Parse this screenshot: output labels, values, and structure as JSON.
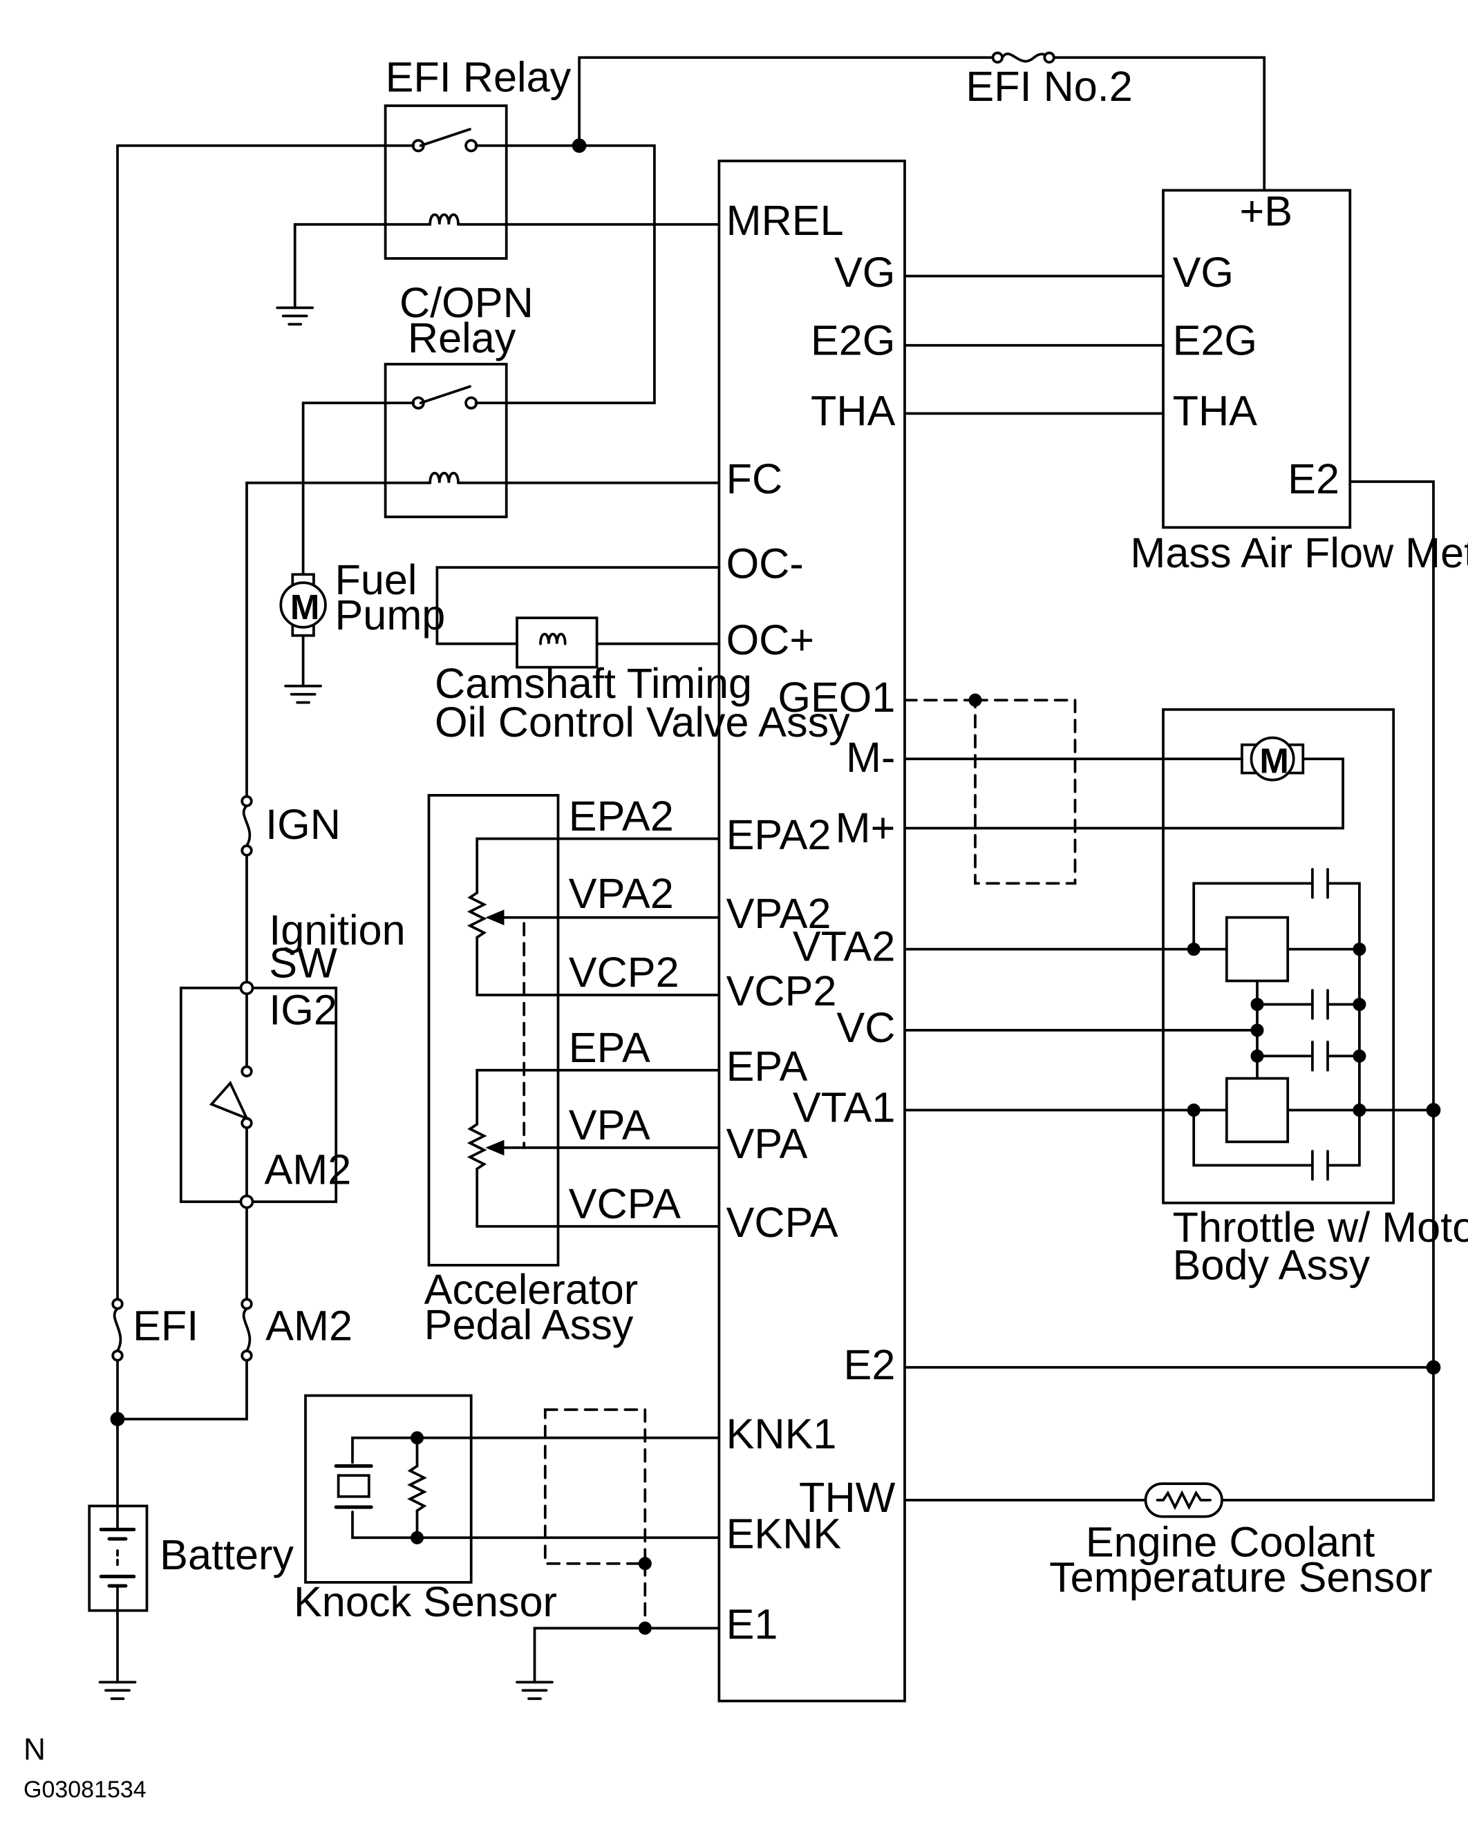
{
  "labels": {
    "efi_relay": "EFI Relay",
    "efi_no2": "EFI No.2",
    "copn_relay_line1": "C/OPN",
    "copn_relay_line2": "Relay",
    "fuel_pump_line1": "Fuel",
    "fuel_pump_line2": "Pump",
    "camshaft_line1": "Camshaft Timing",
    "camshaft_line2": "Oil Control Valve Assy",
    "ign_fuse": "IGN",
    "ignition_sw_line1": "Ignition",
    "ignition_sw_line2": "SW",
    "accel_pedal_line1": "Accelerator",
    "accel_pedal_line2": "Pedal Assy",
    "efi_fuse": "EFI",
    "am2_fuse": "AM2",
    "battery": "Battery",
    "knock_sensor": "Knock Sensor",
    "maf_meter": "Mass Air Flow Meter",
    "throttle_line1": "Throttle w/ Motor",
    "throttle_line2": "Body Assy",
    "ect_line1": "Engine Coolant",
    "ect_line2": "Temperature Sensor",
    "motor_symbol": "M",
    "footer_n": "N",
    "footer_code": "G03081534"
  },
  "ecu_left_pins": {
    "mrel": "MREL",
    "fc": "FC",
    "ocm": "OC-",
    "ocp": "OC+",
    "epa2": "EPA2",
    "vpa2": "VPA2",
    "vcp2": "VCP2",
    "epa": "EPA",
    "vpa": "VPA",
    "vcpa": "VCPA",
    "knk1": "KNK1",
    "eknk": "EKNK",
    "e1": "E1"
  },
  "ecu_right_pins": {
    "vg": "VG",
    "e2g": "E2G",
    "tha": "THA",
    "geo1": "GEO1",
    "mminus": "M-",
    "mplus": "M+",
    "vta2": "VTA2",
    "vc": "VC",
    "vta1": "VTA1",
    "e2": "E2",
    "thw": "THW"
  },
  "maf_pins": {
    "b": "+B",
    "vg": "VG",
    "e2g": "E2G",
    "tha": "THA",
    "e2": "E2"
  },
  "pedal_pins": {
    "epa2": "EPA2",
    "vpa2": "VPA2",
    "vcp2": "VCP2",
    "epa": "EPA",
    "vpa": "VPA",
    "vcpa": "VCPA"
  },
  "ignition_pins": {
    "ig2": "IG2",
    "am2": "AM2"
  }
}
